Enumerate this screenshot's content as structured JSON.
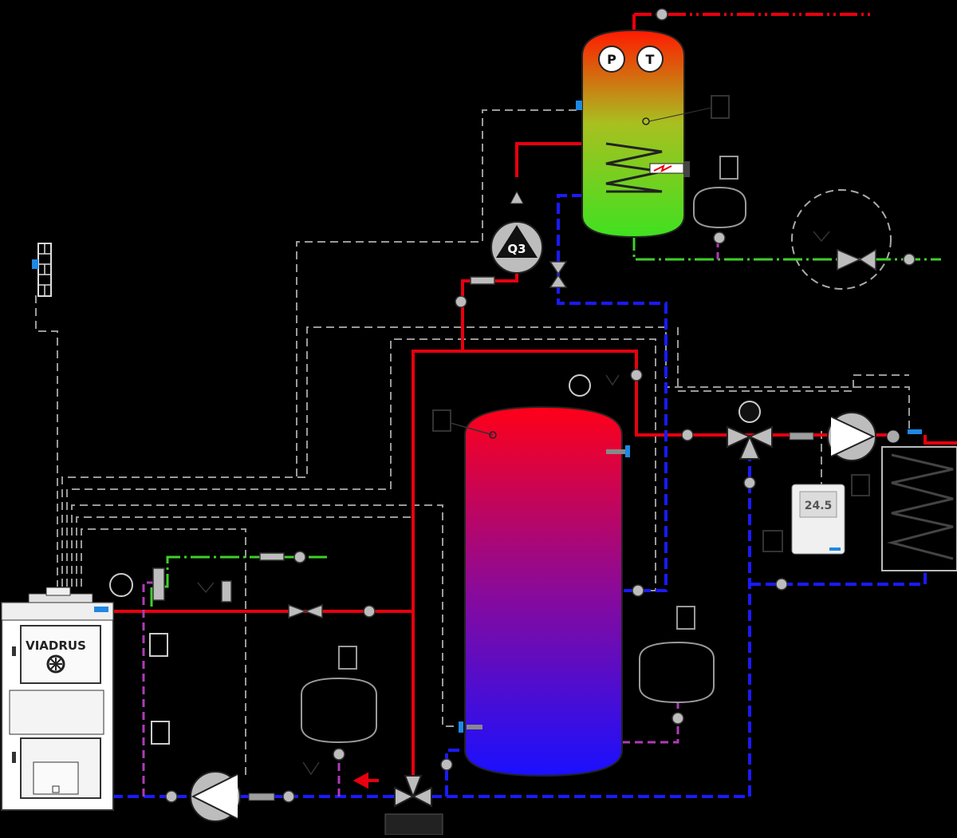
{
  "boiler": {
    "brand": "VIADRUS"
  },
  "dhw_tank": {
    "sensor_p": "P",
    "sensor_t": "T"
  },
  "pump_q3": {
    "label": "Q3"
  },
  "room_unit": {
    "display_value": "24.5"
  },
  "colors": {
    "supply_red": "#e8000f",
    "return_blue": "#1a1aff",
    "cold_green": "#3fcf2a",
    "expansion_purple": "#b03ab8",
    "control_wire_gray": "#9a9a9a",
    "sensor_blue": "#1e88e5",
    "buffer_top": "#ff0018",
    "buffer_bottom": "#1a10ff",
    "dhw_top": "#ff1a00",
    "dhw_bottom": "#40e020"
  }
}
